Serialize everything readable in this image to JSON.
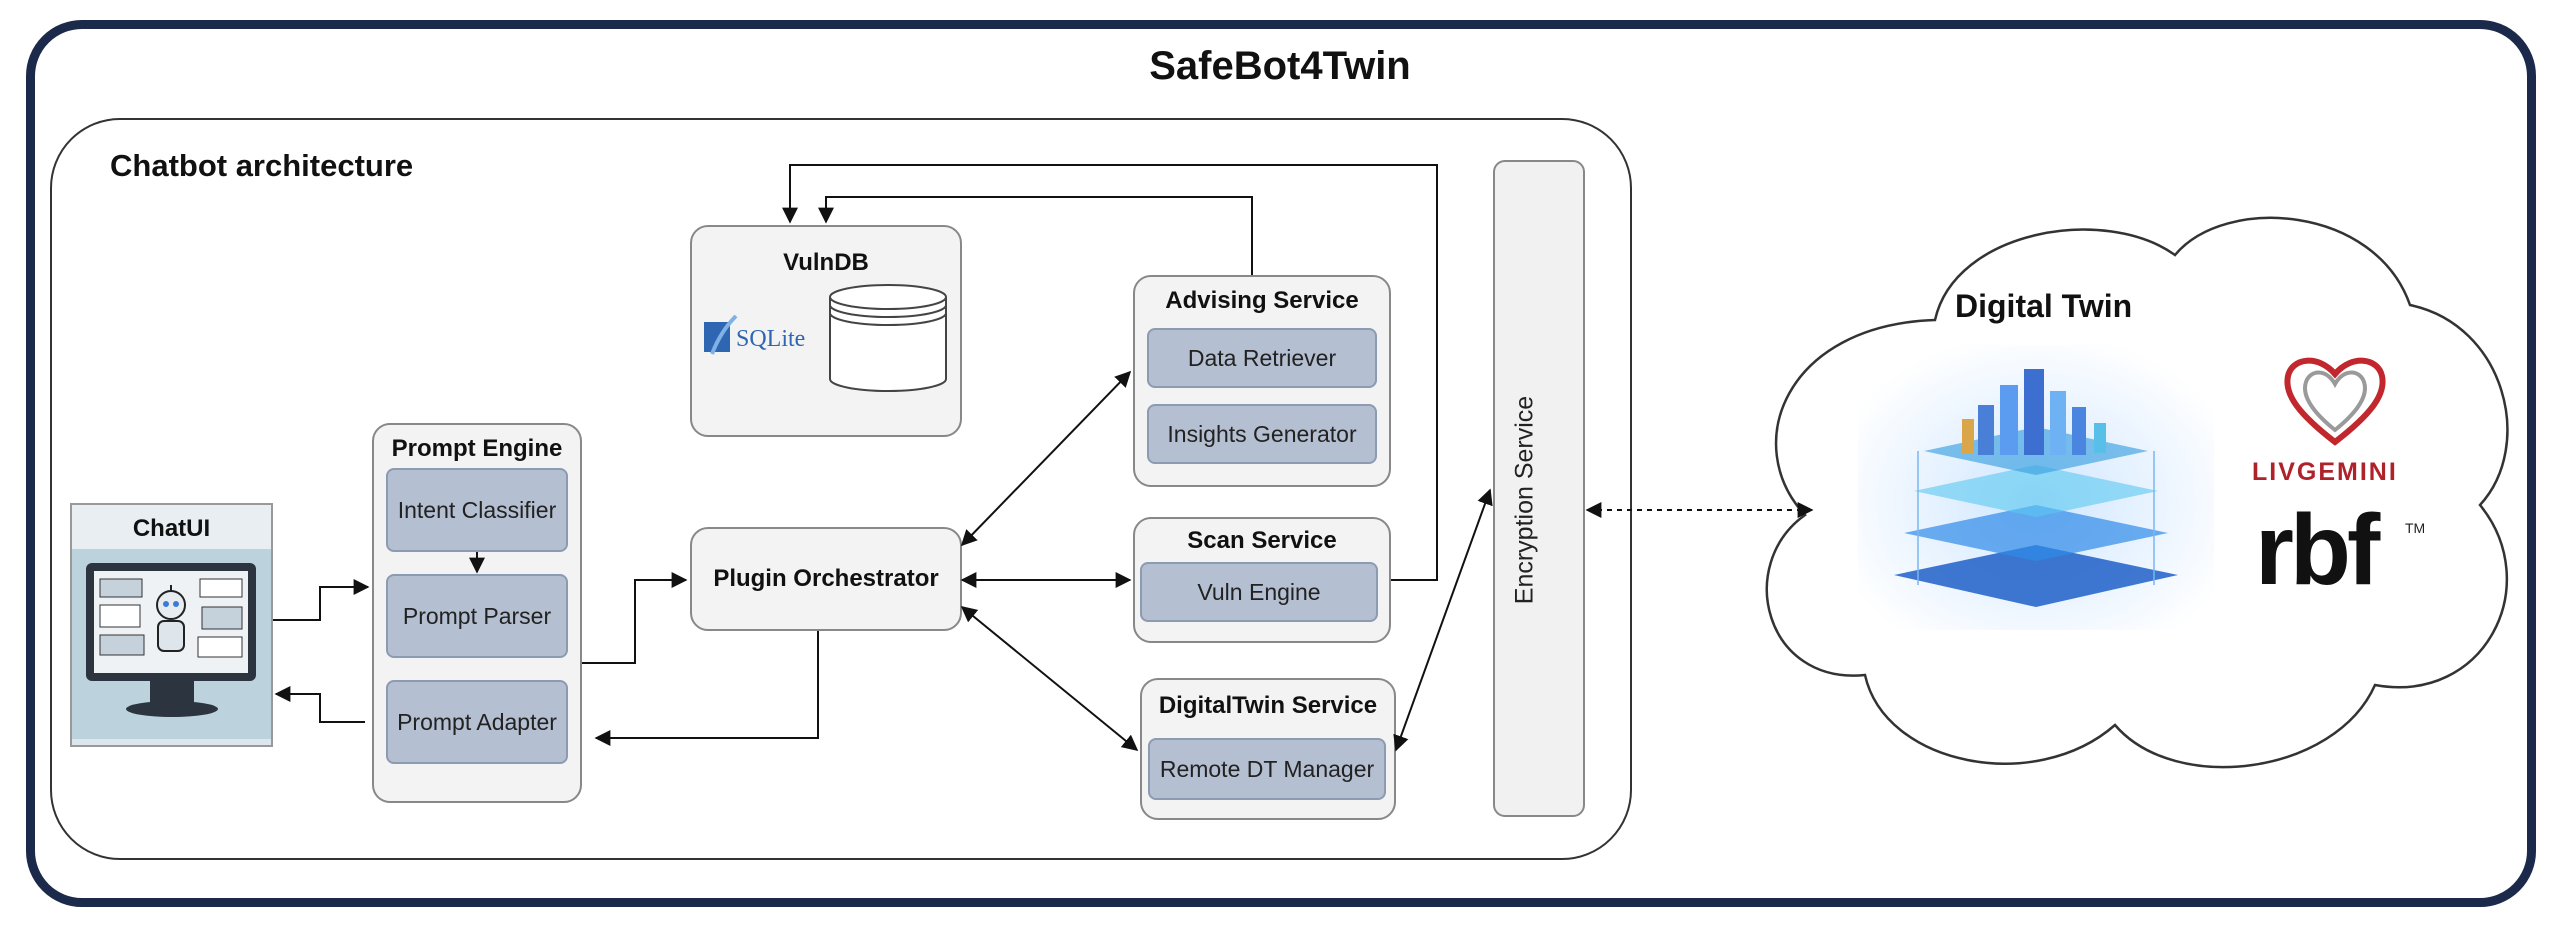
{
  "title": "SafeBot4Twin",
  "architecture": {
    "title": "Chatbot architecture",
    "chat_ui": {
      "label": "ChatUI"
    },
    "prompt_engine": {
      "title": "Prompt Engine",
      "items": [
        "Intent Classifier",
        "Prompt Parser",
        "Prompt Adapter"
      ]
    },
    "vulndb": {
      "title": "VulnDB",
      "sqlite_logo": "SQLite"
    },
    "plugin_orchestrator": {
      "label": "Plugin Orchestrator"
    },
    "advising_service": {
      "title": "Advising Service",
      "items": [
        "Data Retriever",
        "Insights Generator"
      ]
    },
    "scan_service": {
      "title": "Scan Service",
      "items": [
        "Vuln Engine"
      ]
    },
    "digitaltwin_service": {
      "title": "DigitalTwin Service",
      "items": [
        "Remote DT Manager"
      ]
    },
    "encryption_service": {
      "label": "Encryption Service"
    }
  },
  "digital_twin": {
    "title": "Digital Twin",
    "logos": {
      "livgemini": "LIVGEMINI",
      "rbf": "rbf",
      "rbf_tm": "TM"
    }
  },
  "colors": {
    "frame": "#1b2a4a",
    "inner_box": "#b4bfd2",
    "box_bg": "#f3f3f3"
  }
}
